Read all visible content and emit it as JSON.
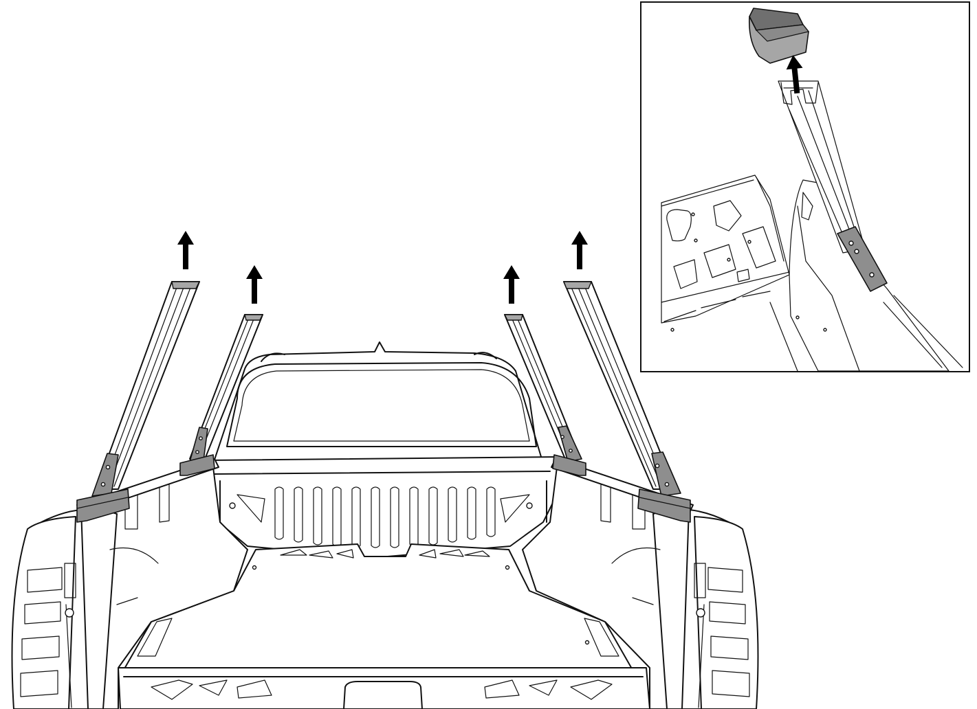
{
  "diagram": {
    "subject": "pickup-bed-rail-post-removal",
    "colors": {
      "line": "#111111",
      "background": "#ffffff",
      "bracket_fill": "#8e8e8e",
      "cap_fill": "#a6a6a6",
      "cap_dark": "#6f6f6f"
    },
    "main_view": {
      "posts": [
        {
          "id": "front-left",
          "removal": "pull-up"
        },
        {
          "id": "rear-left",
          "removal": "pull-up"
        },
        {
          "id": "rear-right",
          "removal": "pull-up"
        },
        {
          "id": "front-right",
          "removal": "pull-up"
        }
      ]
    },
    "detail_inset": {
      "content": "post-end-cap-removal",
      "removal": "pull-up"
    },
    "icons": [
      "up-arrow-icon"
    ]
  }
}
